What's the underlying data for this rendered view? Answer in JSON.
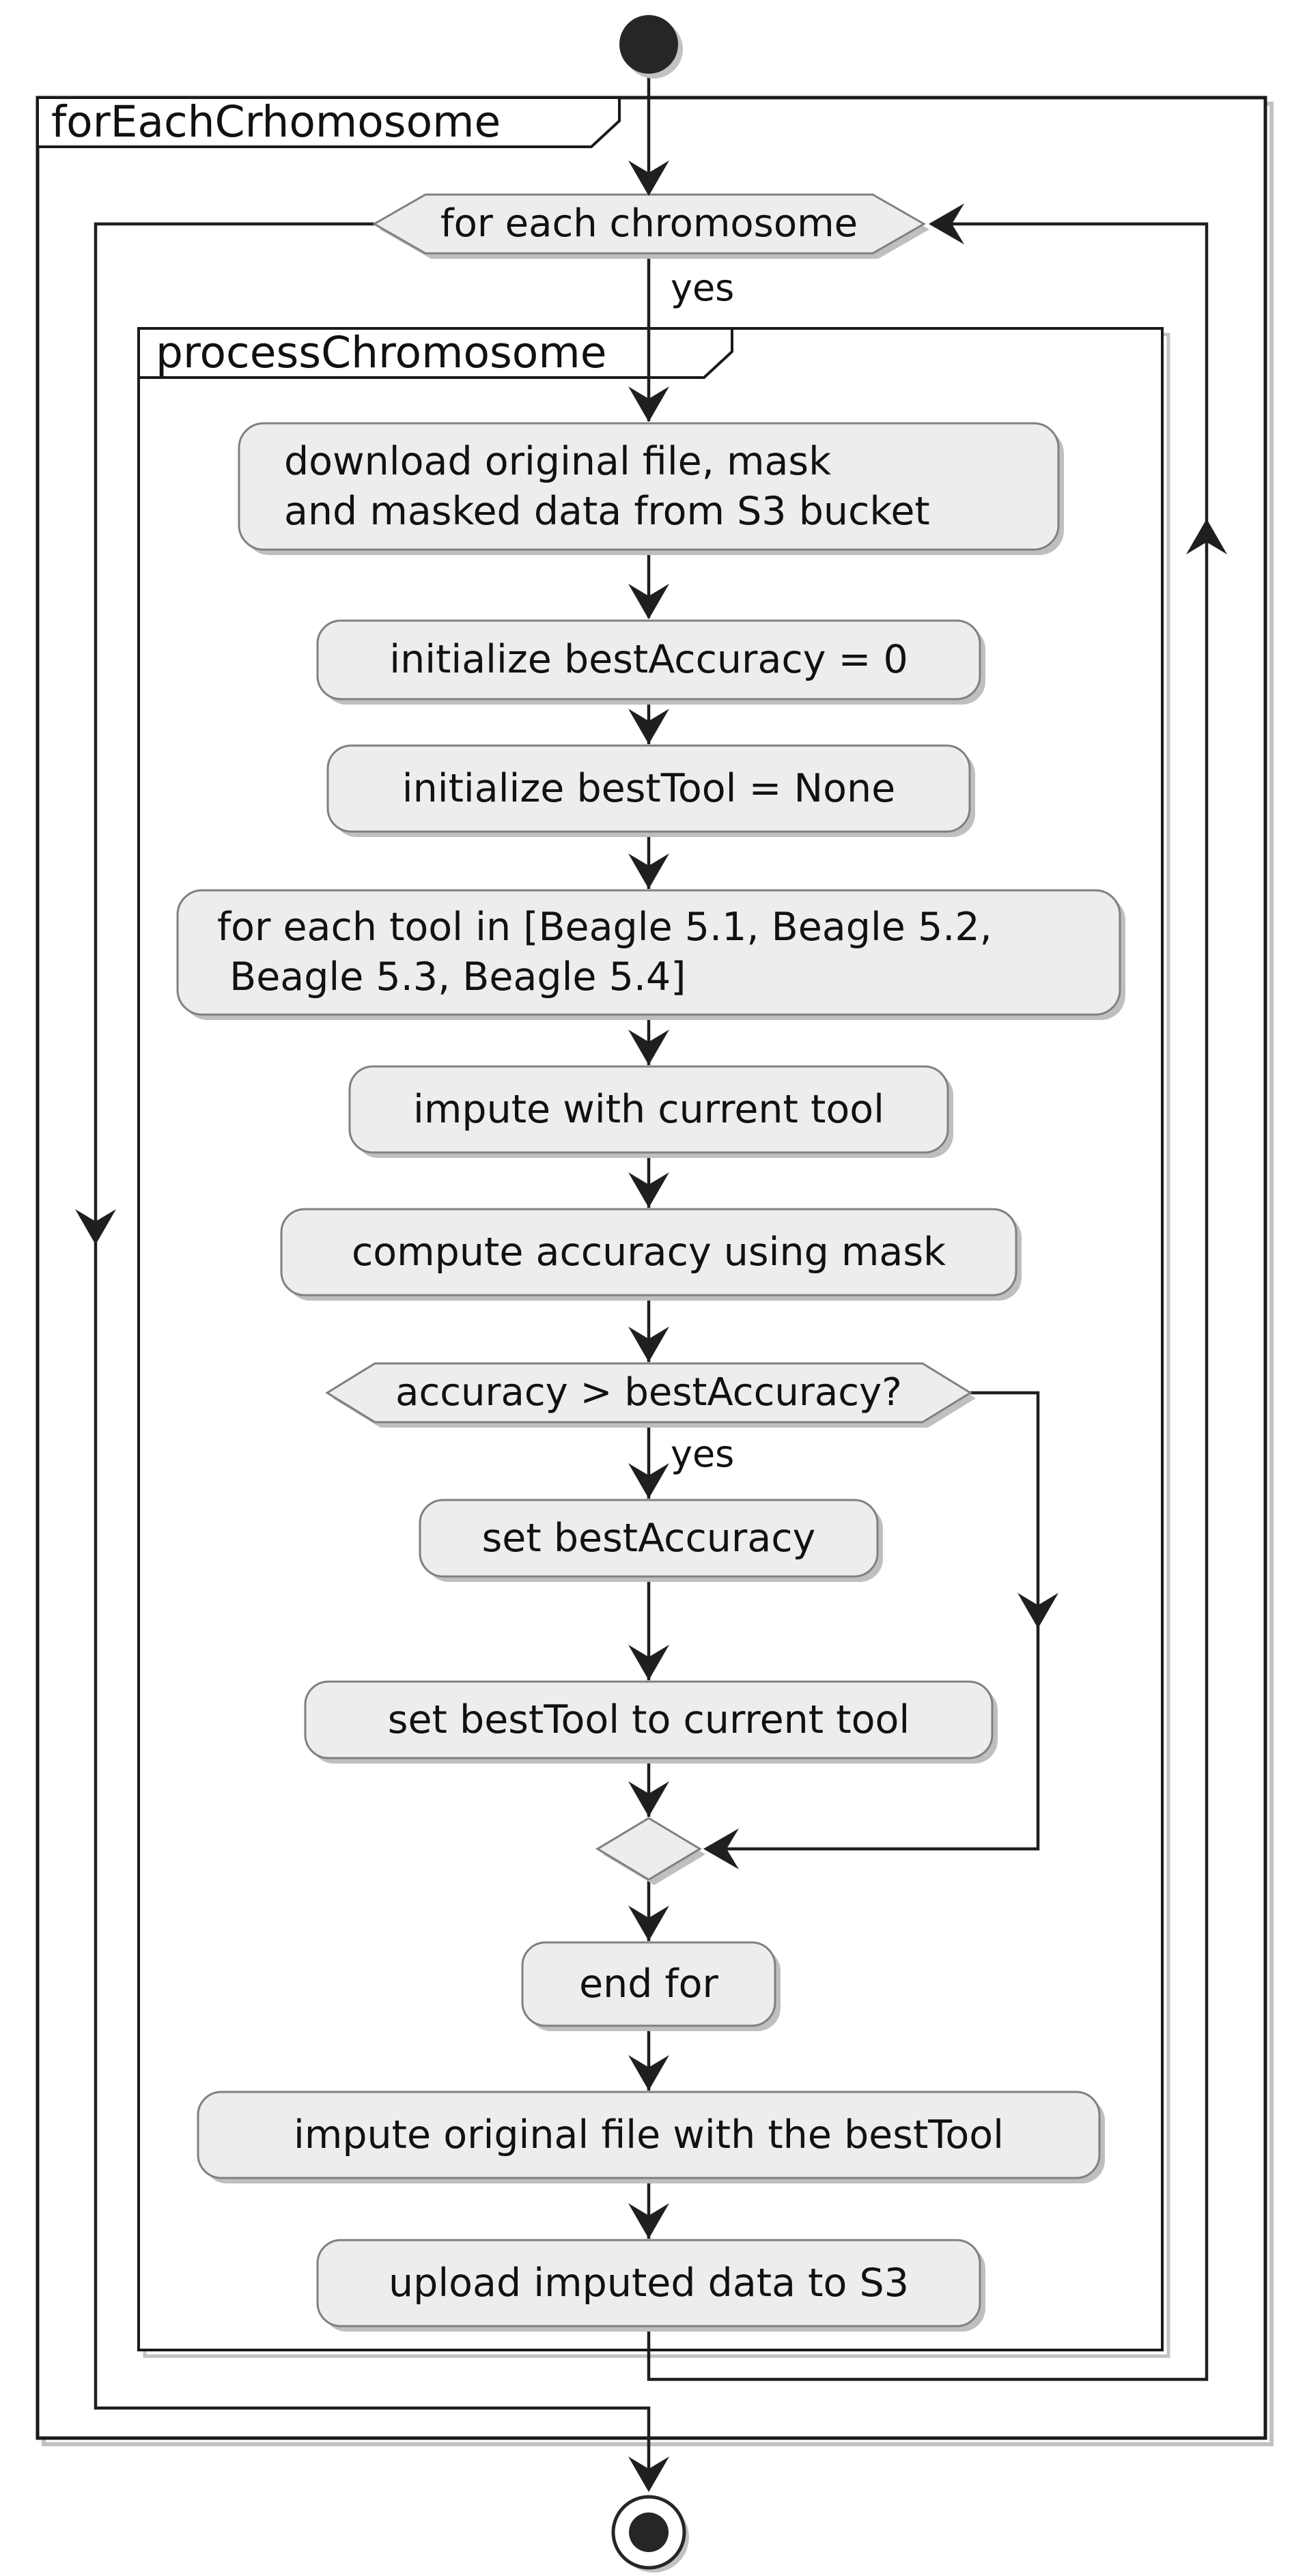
{
  "colors": {
    "node_fill": "#ededed",
    "node_border": "#808080",
    "flow_line": "#1f1f1f",
    "frame_border": "#1a1a1a",
    "shadow": "#c2c2c2",
    "terminal_fill": "#262626"
  },
  "frames": {
    "outer": {
      "title": "forEachCrhomosome"
    },
    "inner": {
      "title": "processChromosome"
    }
  },
  "loop": {
    "condition": "for each chromosome",
    "branch_label": "yes"
  },
  "decision": {
    "condition": "accuracy > bestAccuracy?",
    "branch_label": "yes"
  },
  "activities": {
    "download": {
      "lines": [
        "download original file, mask",
        "and masked data from S3 bucket"
      ]
    },
    "init_best_accuracy": {
      "label": "initialize bestAccuracy = 0"
    },
    "init_best_tool": {
      "label": "initialize bestTool = None"
    },
    "for_each_tool": {
      "lines": [
        "for each tool in [Beagle 5.1, Beagle 5.2,",
        " Beagle 5.3, Beagle 5.4]"
      ]
    },
    "impute_current": {
      "label": "impute with current tool"
    },
    "compute_accuracy": {
      "label": "compute accuracy using mask"
    },
    "set_best_accuracy": {
      "label": "set bestAccuracy"
    },
    "set_best_tool": {
      "label": "set bestTool to current tool"
    },
    "end_for": {
      "label": "end for"
    },
    "impute_original": {
      "label": "impute original file with the bestTool"
    },
    "upload": {
      "label": "upload imputed data to S3"
    }
  }
}
